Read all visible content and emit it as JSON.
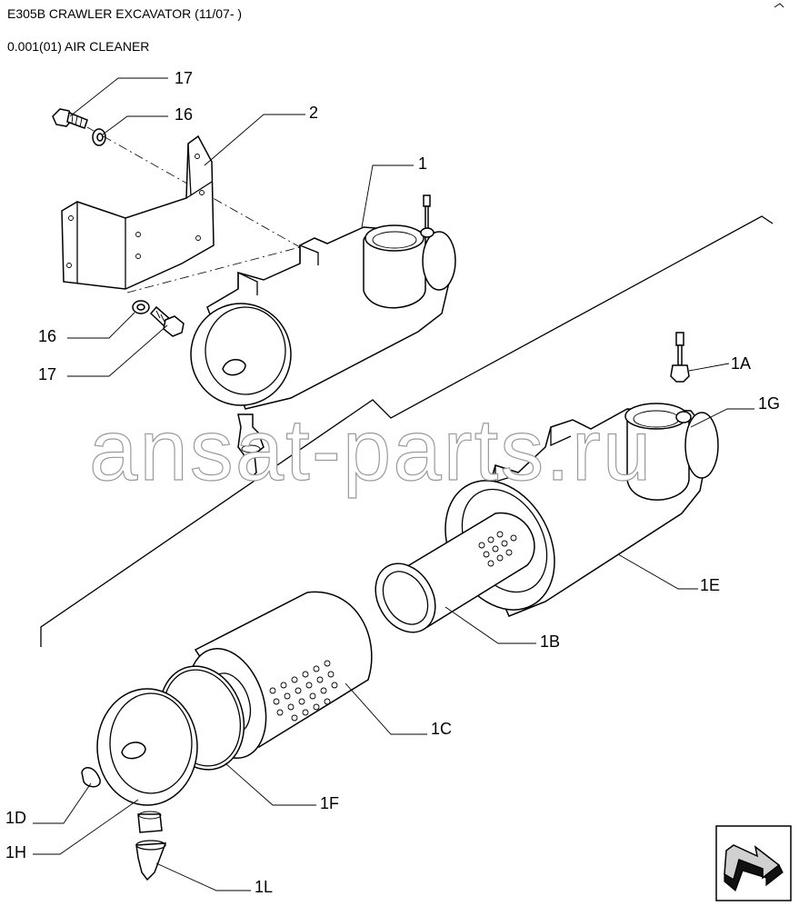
{
  "header": {
    "title": "E305B CRAWLER EXCAVATOR (11/07- )",
    "subtitle": "0.001(01) AIR CLEANER"
  },
  "watermark": "ansat-parts.ru",
  "callouts": {
    "c17a": "17",
    "c16a": "16",
    "c2": "2",
    "c1": "1",
    "c16b": "16",
    "c17b": "17",
    "c1A": "1A",
    "c1G": "1G",
    "c1E": "1E",
    "c1B": "1B",
    "c1C": "1C",
    "c1F": "1F",
    "c1D": "1D",
    "c1H": "1H",
    "c1L": "1L"
  },
  "icons": {
    "corner": "next-page-arrow-icon"
  }
}
